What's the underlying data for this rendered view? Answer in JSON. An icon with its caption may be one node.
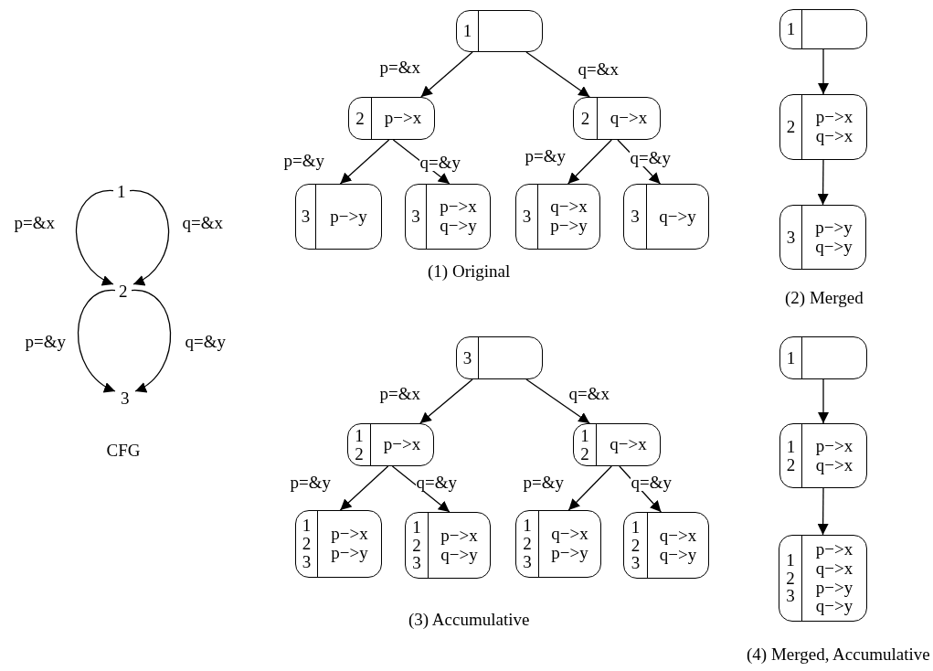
{
  "diagram": {
    "nodes": [
      {
        "text": [
          "1"
        ]
      },
      {
        "text": [
          "2"
        ]
      },
      {
        "text": [
          "3"
        ]
      },
      {
        "text": [
          "1"
        ]
      },
      {
        "text": [
          "2",
          "p−>x"
        ]
      },
      {
        "text": [
          "2",
          "q−>x"
        ]
      },
      {
        "text": [
          "3",
          "p−>y"
        ]
      },
      {
        "text": [
          "3",
          "p−>x q−>y"
        ]
      },
      {
        "text": [
          "3",
          "q−>x p−>y"
        ]
      },
      {
        "text": [
          "3",
          "q−>y"
        ]
      },
      {
        "text": [
          "1"
        ]
      },
      {
        "text": [
          "2",
          "p−>x q−>x"
        ]
      },
      {
        "text": [
          "3",
          "p−>y q−>y"
        ]
      },
      {
        "text": [
          "3"
        ]
      },
      {
        "text": [
          "1 2",
          "p−>x"
        ]
      },
      {
        "text": [
          "1 2",
          "q−>x"
        ]
      },
      {
        "text": [
          "1 2 3",
          "p−>x p−>y"
        ]
      },
      {
        "text": [
          "1 2 3",
          "p−>x q−>y"
        ]
      },
      {
        "text": [
          "1 2 3",
          "q−>x p−>y"
        ]
      },
      {
        "text": [
          "1 2 3",
          "q−>x q−>y"
        ]
      },
      {
        "text": [
          "1"
        ]
      },
      {
        "text": [
          "1 2",
          "p−>x q−>x"
        ]
      },
      {
        "text": [
          "1 2 3",
          "p−>x q−>x p−>y q−>y"
        ]
      }
    ],
    "edges": [
      {
        "from": 0,
        "to": 1,
        "label": "p=&x",
        "arrow": "to"
      },
      {
        "from": 0,
        "to": 1,
        "label": "q=&x",
        "arrow": "to"
      },
      {
        "from": 1,
        "to": 2,
        "label": "p=&y",
        "arrow": "to"
      },
      {
        "from": 1,
        "to": 2,
        "label": "q=&y",
        "arrow": "to"
      },
      {
        "from": 3,
        "to": 4,
        "label": "p=&x",
        "arrow": "to"
      },
      {
        "from": 3,
        "to": 5,
        "label": "q=&x",
        "arrow": "to"
      },
      {
        "from": 4,
        "to": 6,
        "label": "p=&y",
        "arrow": "to"
      },
      {
        "from": 4,
        "to": 7,
        "label": "q=&y",
        "arrow": "to"
      },
      {
        "from": 5,
        "to": 8,
        "label": "p=&y",
        "arrow": "to"
      },
      {
        "from": 5,
        "to": 9,
        "label": "q=&y",
        "arrow": "to"
      },
      {
        "from": 10,
        "to": 11,
        "arrow": "to"
      },
      {
        "from": 11,
        "to": 12,
        "arrow": "to"
      },
      {
        "from": 13,
        "to": 14,
        "label": "p=&x",
        "arrow": "to"
      },
      {
        "from": 13,
        "to": 15,
        "label": "q=&x",
        "arrow": "to"
      },
      {
        "from": 14,
        "to": 16,
        "label": "p=&y",
        "arrow": "to"
      },
      {
        "from": 14,
        "to": 17,
        "label": "q=&y",
        "arrow": "to"
      },
      {
        "from": 15,
        "to": 18,
        "label": "p=&y",
        "arrow": "to"
      },
      {
        "from": 15,
        "to": 19,
        "label": "q=&y",
        "arrow": "to"
      },
      {
        "from": 20,
        "to": 21,
        "arrow": "to"
      },
      {
        "from": 21,
        "to": 22,
        "arrow": "to"
      }
    ],
    "labels": [
      "CFG",
      "(1)  Original",
      "(2)  Merged",
      "(3)  Accumulative",
      "(4)  Merged, Accumulative"
    ]
  }
}
